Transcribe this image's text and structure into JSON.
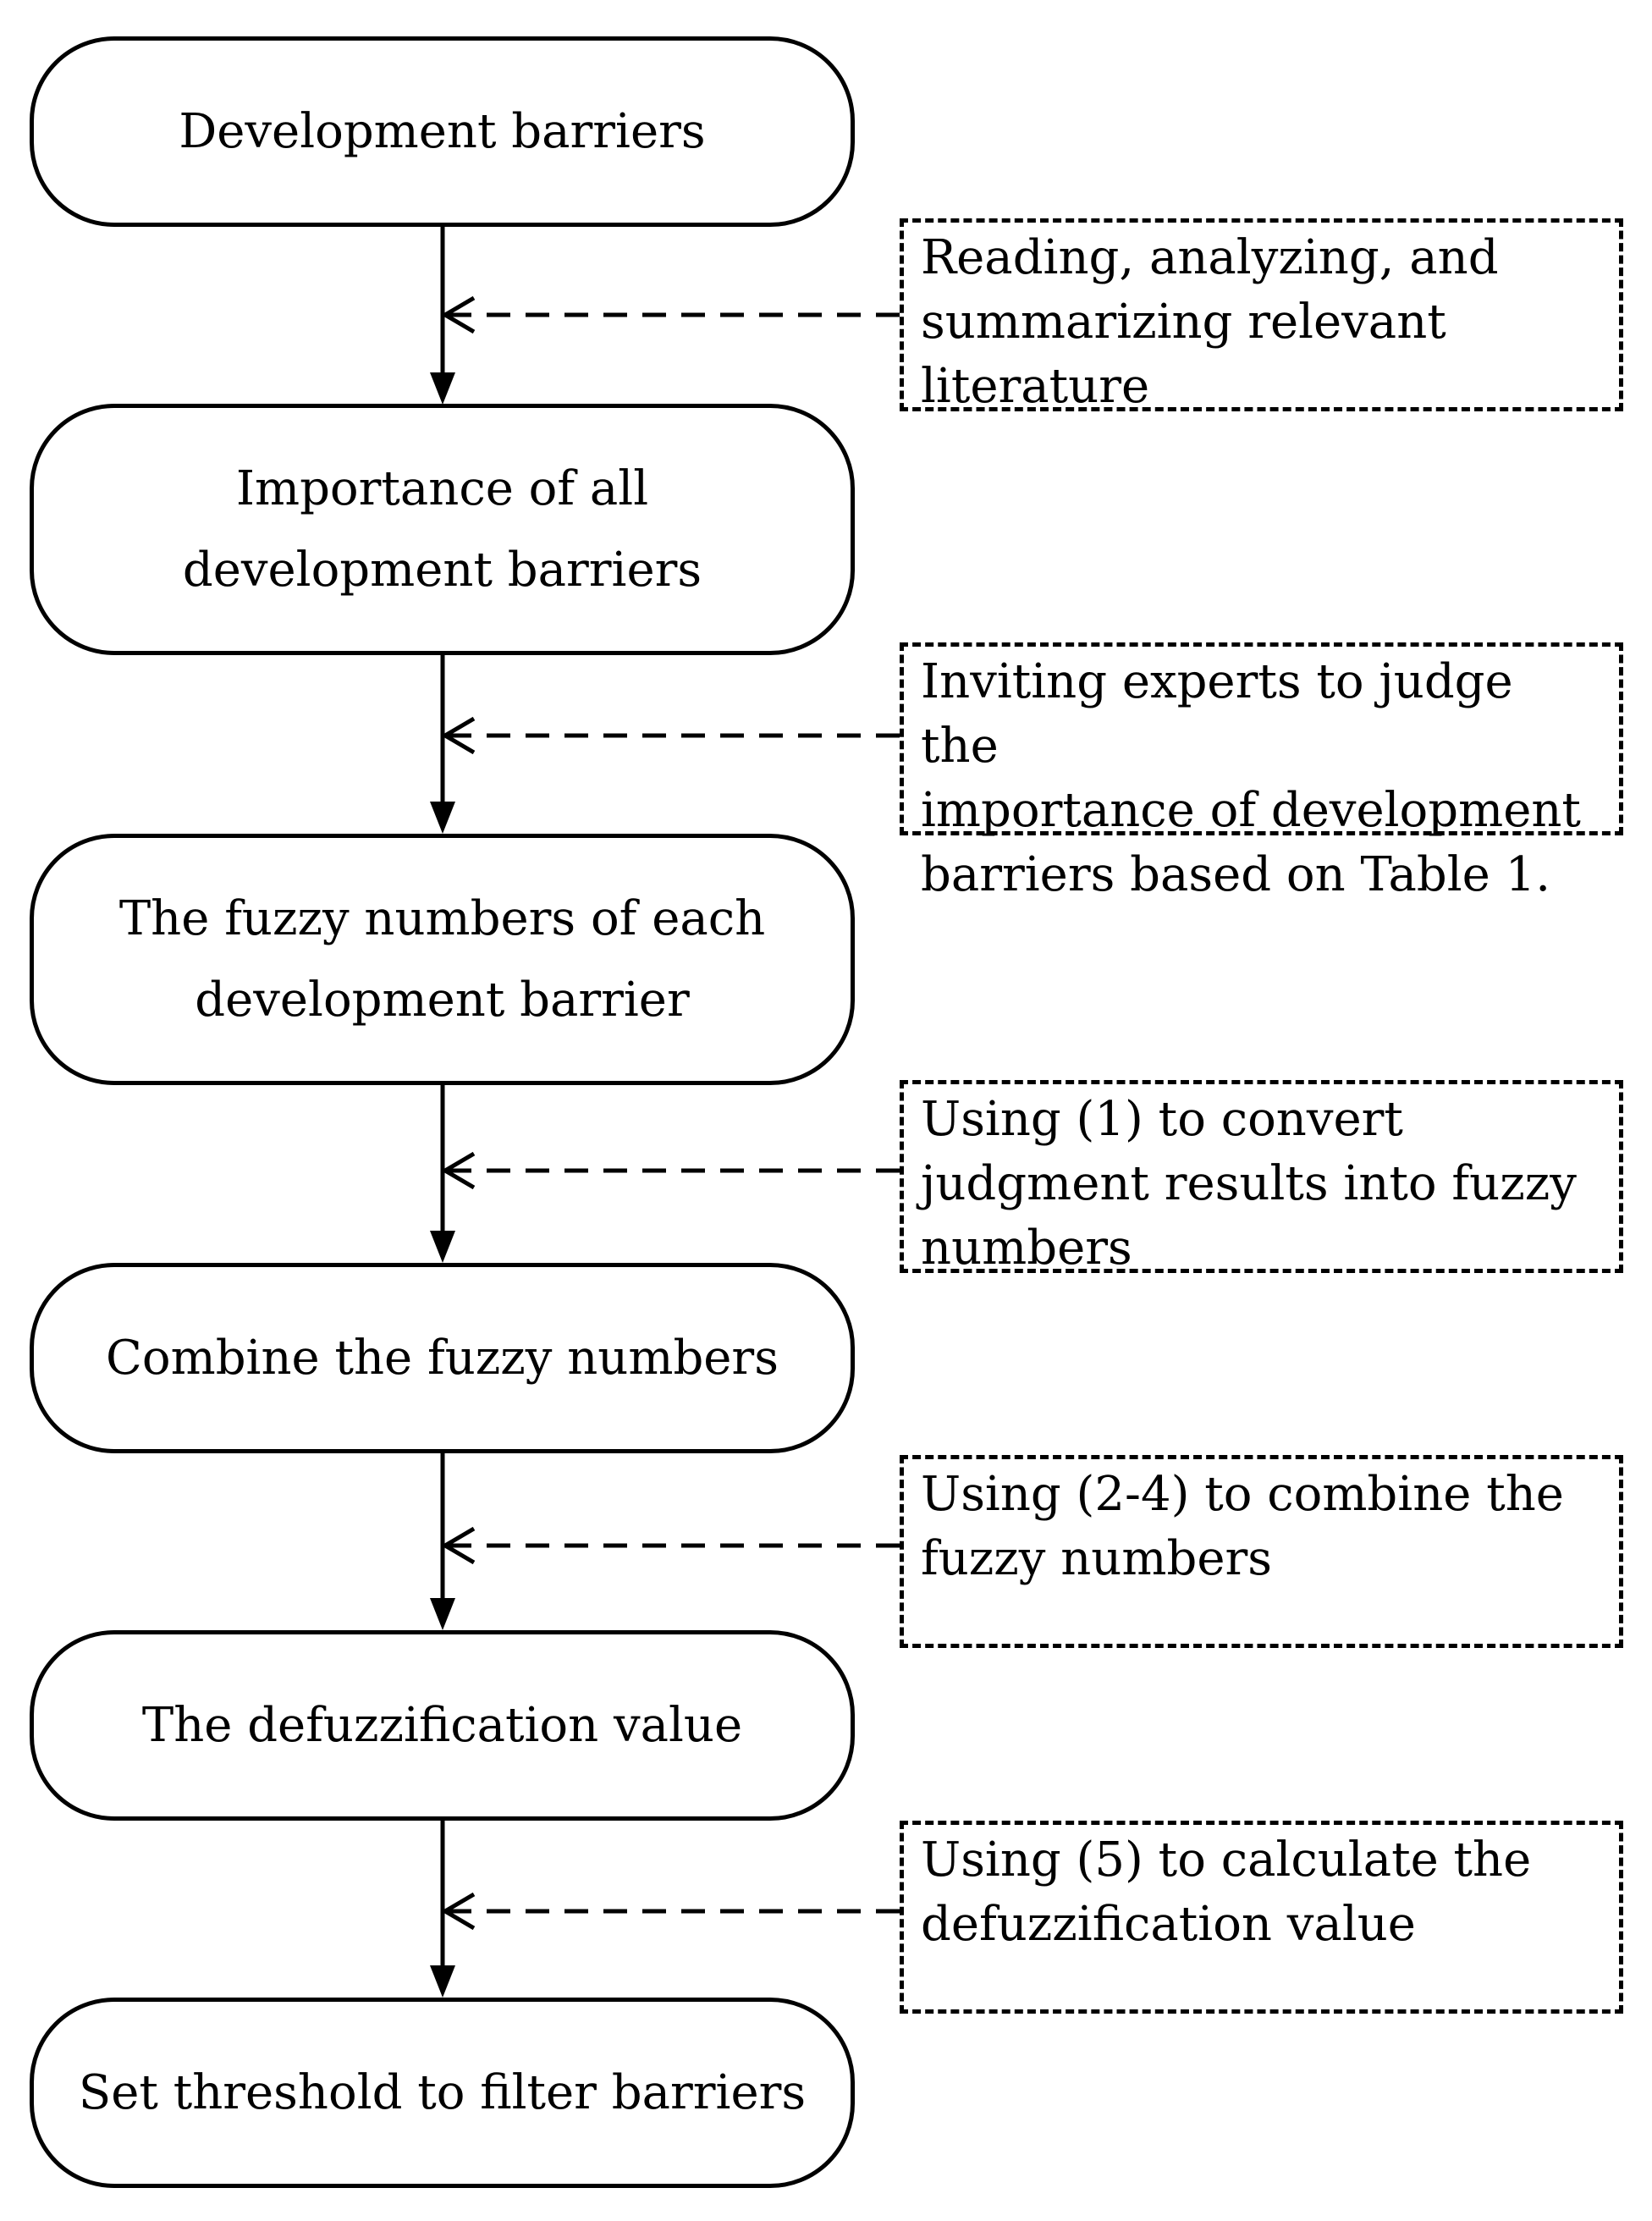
{
  "steps": [
    "Development barriers",
    "Importance of all development barriers",
    "The fuzzy numbers of each development barrier",
    "Combine the fuzzy numbers",
    "The defuzzification value",
    "Set threshold to filter barriers"
  ],
  "methods": [
    "Reading, analyzing, and\nsummarizing relevant\nliterature",
    "Inviting experts to judge the\nimportance of development\nbarriers based on Table 1.",
    "Using (1) to convert\njudgment results into fuzzy\nnumbers",
    "Using (2-4) to combine the\nfuzzy numbers",
    "Using (5) to calculate the\ndefuzzification value"
  ]
}
